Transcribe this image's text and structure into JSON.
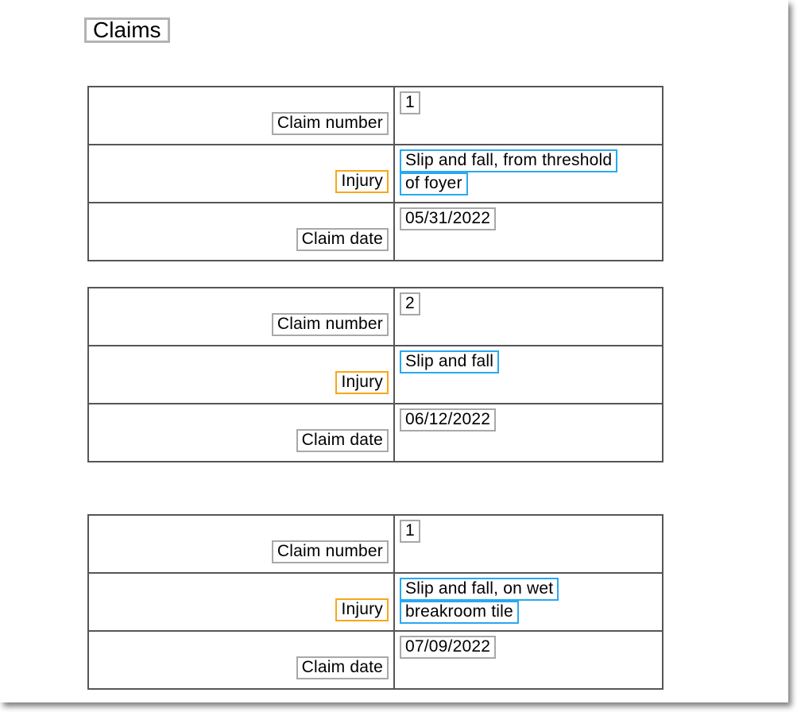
{
  "page": {
    "title": "Claims"
  },
  "field_labels": {
    "claim_number": "Claim number",
    "injury": "Injury",
    "claim_date": "Claim date"
  },
  "claims": [
    {
      "claim_number": "1",
      "injury": "Slip and fall, from threshold of foyer",
      "injury_lines": [
        "Slip and fall, from threshold",
        "of foyer"
      ],
      "claim_date": "05/31/2022"
    },
    {
      "claim_number": "2",
      "injury": "Slip and fall",
      "injury_lines": [
        "Slip and fall"
      ],
      "claim_date": "06/12/2022"
    },
    {
      "claim_number": "1",
      "injury": "Slip and fall, on wet breakroom tile",
      "injury_lines": [
        "Slip and fall, on wet",
        "breakroom tile"
      ],
      "claim_date": "07/09/2022"
    }
  ],
  "colors": {
    "field_box_border": "#a8a8a8",
    "title_box_border": "#b3b3b3",
    "injury_label_border": "#f9a51a",
    "injury_value_border": "#28a9f0",
    "table_border": "#565656",
    "text": "#000000",
    "page_bg": "#ffffff"
  }
}
